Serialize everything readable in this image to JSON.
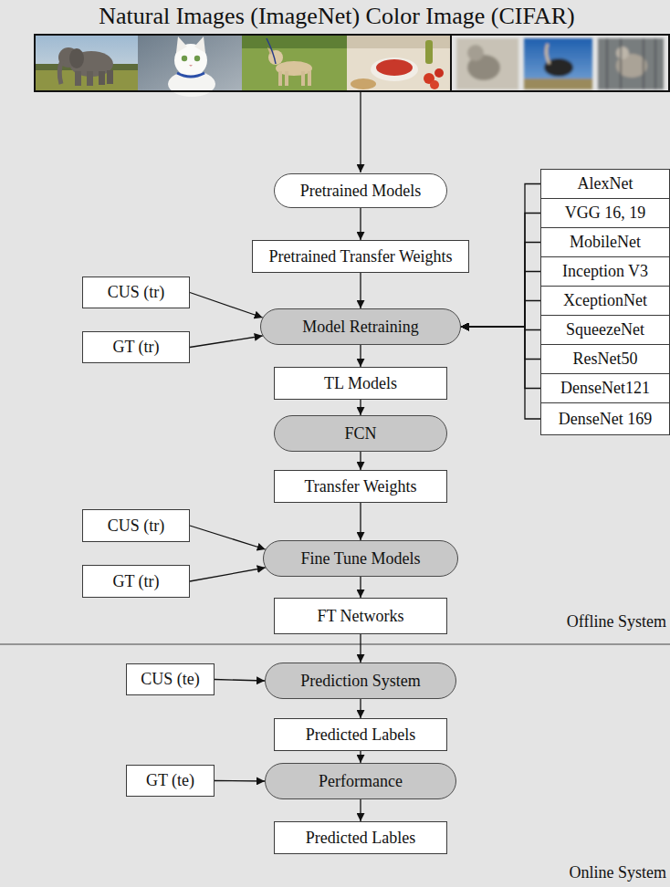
{
  "diagram": {
    "title": "Natural Images (ImageNet) Color Image (CIFAR)",
    "nodes": [
      {
        "text": [
          "Pretrained Models"
        ]
      },
      {
        "text": [
          "Pretrained Transfer Weights"
        ]
      },
      {
        "text": [
          "CUS (tr)"
        ]
      },
      {
        "text": [
          "GT (tr)"
        ]
      },
      {
        "text": [
          "Model Retraining"
        ]
      },
      {
        "text": [
          "AlexNet"
        ]
      },
      {
        "text": [
          "VGG 16, 19"
        ]
      },
      {
        "text": [
          "MobileNet"
        ]
      },
      {
        "text": [
          "Inception V3"
        ]
      },
      {
        "text": [
          "XceptionNet"
        ]
      },
      {
        "text": [
          "SqueezeNet"
        ]
      },
      {
        "text": [
          "ResNet50"
        ]
      },
      {
        "text": [
          "DenseNet121"
        ]
      },
      {
        "text": [
          "DenseNet 169"
        ]
      },
      {
        "text": [
          "TL Models"
        ]
      },
      {
        "text": [
          "FCN"
        ]
      },
      {
        "text": [
          "Transfer Weights"
        ]
      },
      {
        "text": [
          "CUS (tr)"
        ]
      },
      {
        "text": [
          "GT (tr)"
        ]
      },
      {
        "text": [
          "Fine Tune Models"
        ]
      },
      {
        "text": [
          "FT Networks"
        ]
      },
      {
        "text": [
          "CUS (te)"
        ]
      },
      {
        "text": [
          "Prediction System"
        ]
      },
      {
        "text": [
          "Predicted Labels"
        ]
      },
      {
        "text": [
          "GT (te)"
        ]
      },
      {
        "text": [
          "Performance"
        ]
      },
      {
        "text": [
          "Predicted Lables"
        ]
      }
    ],
    "edges": [
      {
        "from": 0,
        "to": 1,
        "arrow": "to"
      },
      {
        "from": 1,
        "to": 4,
        "arrow": "to"
      },
      {
        "from": 2,
        "to": 4,
        "arrow": "to"
      },
      {
        "from": 3,
        "to": 4,
        "arrow": "to"
      },
      {
        "from": 5,
        "to": 4,
        "arrow": "to"
      },
      {
        "from": 6,
        "to": 4,
        "arrow": "to"
      },
      {
        "from": 7,
        "to": 4,
        "arrow": "to"
      },
      {
        "from": 8,
        "to": 4,
        "arrow": "to"
      },
      {
        "from": 9,
        "to": 4,
        "arrow": "to"
      },
      {
        "from": 10,
        "to": 4,
        "arrow": "to"
      },
      {
        "from": 11,
        "to": 4,
        "arrow": "to"
      },
      {
        "from": 12,
        "to": 4,
        "arrow": "to"
      },
      {
        "from": 13,
        "to": 4,
        "arrow": "to"
      },
      {
        "from": 4,
        "to": 14,
        "arrow": "to"
      },
      {
        "from": 14,
        "to": 15,
        "arrow": "to"
      },
      {
        "from": 15,
        "to": 16,
        "arrow": "to"
      },
      {
        "from": 16,
        "to": 19,
        "arrow": "to"
      },
      {
        "from": 17,
        "to": 19,
        "arrow": "to"
      },
      {
        "from": 18,
        "to": 19,
        "arrow": "to"
      },
      {
        "from": 19,
        "to": 20,
        "arrow": "to"
      },
      {
        "from": 20,
        "to": 22,
        "arrow": "to"
      },
      {
        "from": 21,
        "to": 22,
        "arrow": "to"
      },
      {
        "from": 22,
        "to": 23,
        "arrow": "to"
      },
      {
        "from": 23,
        "to": 25,
        "arrow": "to"
      },
      {
        "from": 24,
        "to": 25,
        "arrow": "to"
      },
      {
        "from": 25,
        "to": 26,
        "arrow": "to"
      }
    ],
    "labels": [
      "Offline System",
      "Online System"
    ]
  }
}
